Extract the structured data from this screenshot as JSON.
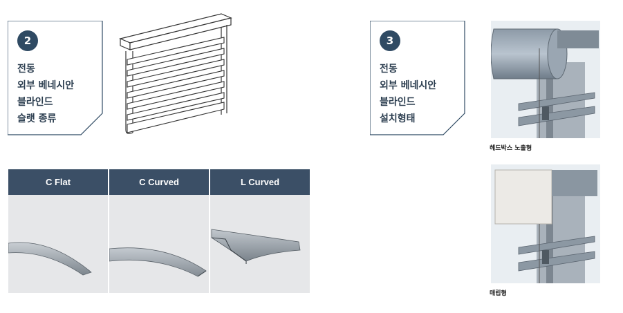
{
  "section_slats": {
    "number": "2",
    "lines": [
      "전동",
      "외부 베네시안",
      "블라인드",
      "슬랫 종류"
    ]
  },
  "section_install": {
    "number": "3",
    "lines": [
      "전동",
      "외부 베네시안",
      "블라인드",
      "설치형태"
    ]
  },
  "slat_types": [
    {
      "name": "C Flat"
    },
    {
      "name": "C Curved"
    },
    {
      "name": "L Curved"
    }
  ],
  "install_types": [
    {
      "caption": "헤드박스 노출형"
    },
    {
      "caption": "매립형"
    }
  ],
  "colors": {
    "accent": "#2f4a63",
    "header_bg": "#3b4f66",
    "panel_bg": "#e6e7e9"
  }
}
